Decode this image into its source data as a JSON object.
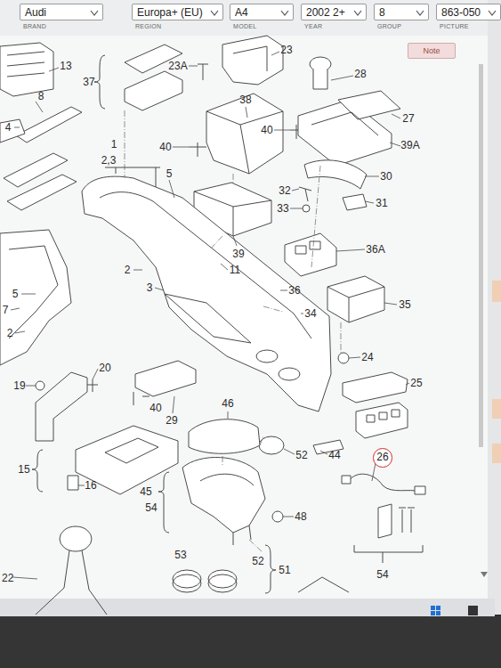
{
  "diagram": {
    "nodes": [
      {
        "text": [
          "Audi",
          "BRAND"
        ]
      },
      {
        "text": [
          "Europa+ (EU)",
          "REGION"
        ]
      },
      {
        "text": [
          "A4",
          "MODEL"
        ]
      },
      {
        "text": [
          "2002 2+",
          "YEAR"
        ]
      },
      {
        "text": [
          "8",
          "GROUP"
        ]
      },
      {
        "text": [
          "863-050",
          "PICTURE"
        ]
      },
      {
        "text": [
          "Note"
        ]
      },
      {
        "text": [
          "26"
        ]
      }
    ],
    "labels": [
      "23",
      "13",
      "23A",
      "28",
      "37",
      "8",
      "38",
      "27",
      "4",
      "40",
      "1",
      "39A",
      "40",
      "2,3",
      "5",
      "30",
      "32",
      "31",
      "33",
      "36A",
      "39",
      "2",
      "11",
      "3",
      "36",
      "5",
      "35",
      "7",
      "34",
      "2",
      "24",
      "20",
      "25",
      "19",
      "40",
      "46",
      "29",
      "44",
      "52",
      "15",
      "16",
      "45",
      "54",
      "48",
      "53",
      "52",
      "51",
      "54",
      "22"
    ]
  }
}
